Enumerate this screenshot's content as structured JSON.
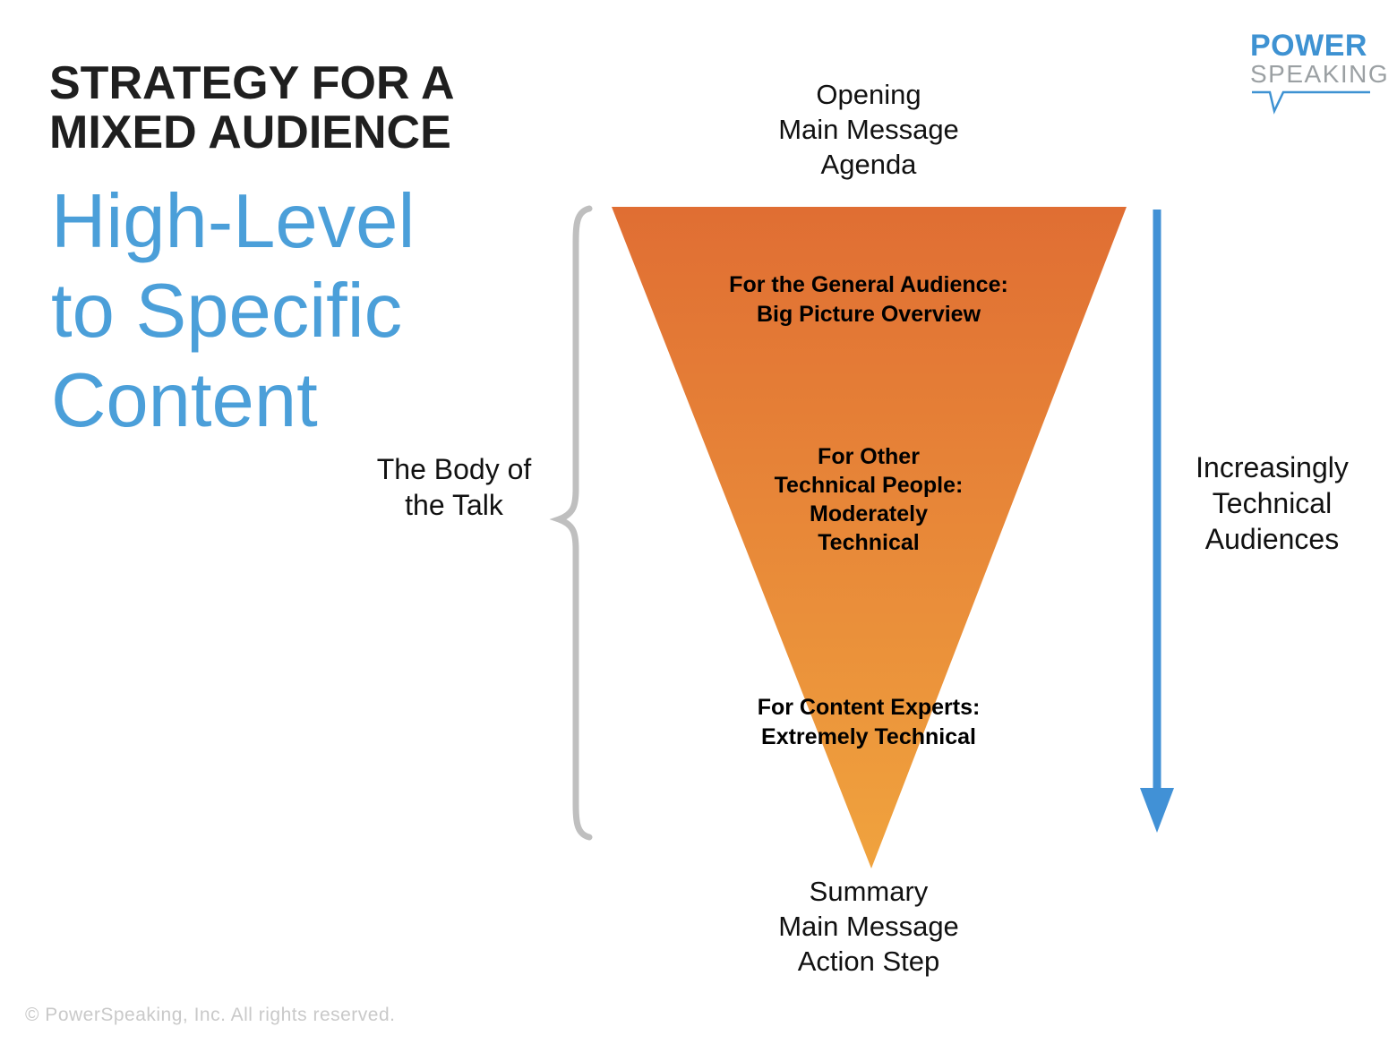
{
  "slide": {
    "title_lines": [
      "STRATEGY FOR A",
      "MIXED AUDIENCE"
    ],
    "subtitle_lines": [
      "High-Level",
      "to Specific",
      "Content"
    ]
  },
  "logo": {
    "power": "POWER",
    "speaking": "SPEAKING"
  },
  "funnel": {
    "top_label_lines": [
      "Opening",
      "Main Message",
      "Agenda"
    ],
    "bottom_label_lines": [
      "Summary",
      "Main Message",
      "Action Step"
    ],
    "levels": [
      {
        "lines": [
          "For the General Audience:",
          "Big Picture Overview"
        ]
      },
      {
        "lines": [
          "For Other",
          "Technical People:",
          "Moderately",
          "Technical"
        ]
      },
      {
        "lines": [
          "For Content Experts:",
          "Extremely Technical"
        ]
      }
    ]
  },
  "left_annotation": {
    "lines": [
      "The Body of",
      "the Talk"
    ]
  },
  "right_annotation": {
    "lines": [
      "Increasingly",
      "Technical",
      "Audiences"
    ]
  },
  "footer": {
    "copyright": "© PowerSpeaking, Inc. All rights reserved."
  },
  "colors": {
    "accent_blue": "#4B9FD9",
    "arrow_blue": "#4191D6",
    "brace_gray": "#BFBFBF",
    "funnel_top": "#E06E33",
    "funnel_bottom": "#F0A33E",
    "title_black": "#1F1F1F",
    "logo_blue": "#3E92D2",
    "logo_gray": "#9BA0A3",
    "footer_gray": "#C9C9C9"
  }
}
